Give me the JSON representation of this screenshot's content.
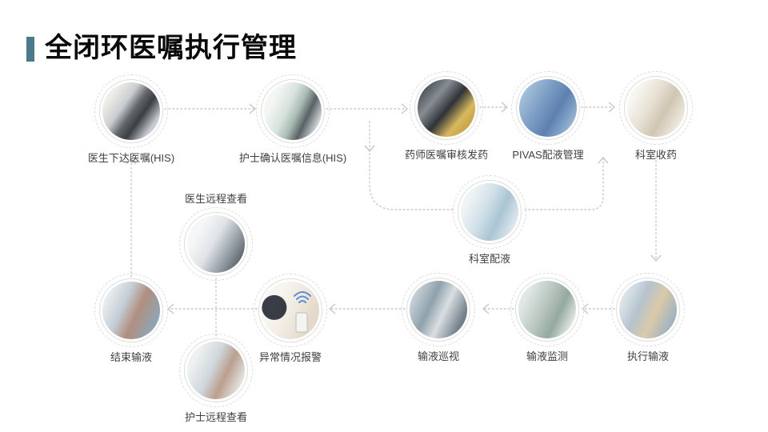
{
  "slide": {
    "title": "全闭环医嘱执行管理",
    "accent_color": "#4a7b8d",
    "background_color": "#ffffff",
    "connector_color": "#c7c7c7",
    "label_color": "#3f3f3f"
  },
  "nodes": [
    {
      "label": "医生下达医嘱(HIS)",
      "photo": "doctor-entering-order-at-computer"
    },
    {
      "label": "护士确认医嘱信息(HIS)",
      "photo": "nurse-confirming-order-at-workstation"
    },
    {
      "label": "药师医嘱审核发药",
      "photo": "pharmacist-reviewing-and-dispensing"
    },
    {
      "label": "PIVAS配液管理",
      "photo": "pivas-sterile-compounding-staff"
    },
    {
      "label": "科室收药",
      "photo": "department-nurses-receiving-drugs"
    },
    {
      "label": "医生远程查看",
      "photo": "doctor-remote-viewing-chart"
    },
    {
      "label": "科室配液",
      "photo": "department-nurse-compounding"
    },
    {
      "label": "执行输液",
      "photo": "patient-receiving-infusion-scan"
    },
    {
      "label": "输液监测",
      "photo": "infusion-monitoring-device"
    },
    {
      "label": "输液巡视",
      "photo": "nurses-on-infusion-rounds"
    },
    {
      "label": "异常情况报警",
      "photo": "nurse-phone-wireless-alarm"
    },
    {
      "label": "结束输液",
      "photo": "nurse-checking-finished-iv-bag"
    },
    {
      "label": "护士远程查看",
      "photo": "nurse-remote-viewing-on-phone"
    }
  ],
  "edges": [
    {
      "from": "医生下达医嘱(HIS)",
      "to": "护士确认医嘱信息(HIS)"
    },
    {
      "from": "护士确认医嘱信息(HIS)",
      "to": "药师医嘱审核发药"
    },
    {
      "from": "药师医嘱审核发药",
      "to": "PIVAS配液管理"
    },
    {
      "from": "PIVAS配液管理",
      "to": "科室收药"
    },
    {
      "from": "护士确认医嘱信息(HIS)",
      "to": "科室配液"
    },
    {
      "from": "科室配液",
      "to": "科室收药"
    },
    {
      "from": "科室收药",
      "to": "执行输液"
    },
    {
      "from": "执行输液",
      "to": "输液监测"
    },
    {
      "from": "输液监测",
      "to": "输液巡视"
    },
    {
      "from": "输液巡视",
      "to": "异常情况报警"
    },
    {
      "from": "异常情况报警",
      "to": "结束输液"
    },
    {
      "from": "结束输液",
      "to": "医生下达医嘱(HIS)"
    },
    {
      "from": "医生远程查看",
      "to": "护士远程查看",
      "style": "plain-link"
    }
  ]
}
